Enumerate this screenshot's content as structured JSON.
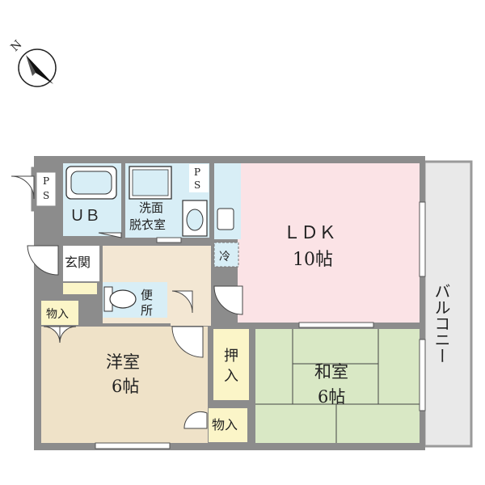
{
  "compass": {
    "label": "N",
    "icon": "north-arrow-icon"
  },
  "colors": {
    "wall": "#8c8c8c",
    "ldk": "#fbe3e6",
    "washitsu": "#d9e8c5",
    "youshitsu": "#efe2c8",
    "hall": "#f3e7d3",
    "wet": "#d8eef6",
    "storage": "#fbf5c8",
    "balcony": "#e9e9e9"
  },
  "rooms": {
    "ldk": {
      "name": "ＬＤＫ",
      "size": "10帖"
    },
    "washitsu": {
      "name": "和室",
      "size": "6帖"
    },
    "youshitsu": {
      "name": "洋室",
      "size": "6帖"
    },
    "unit_bath": {
      "name": "ＵＢ"
    },
    "washroom": {
      "line1": "洗面",
      "line2": "脱衣室"
    },
    "entrance": {
      "name": "玄関"
    },
    "toilet": {
      "line1": "便",
      "line2": "所"
    },
    "closet_top_left": {
      "name": "物入"
    },
    "closet_bottom": {
      "name": "物入"
    },
    "oshiire": {
      "line1": "押",
      "line2": "入"
    },
    "refrigerator": {
      "name": "冷"
    },
    "ps_left": {
      "line1": "P",
      "line2": "S"
    },
    "ps_mid": {
      "line1": "P",
      "line2": "S"
    },
    "balcony": {
      "name": "バルコニー"
    }
  }
}
